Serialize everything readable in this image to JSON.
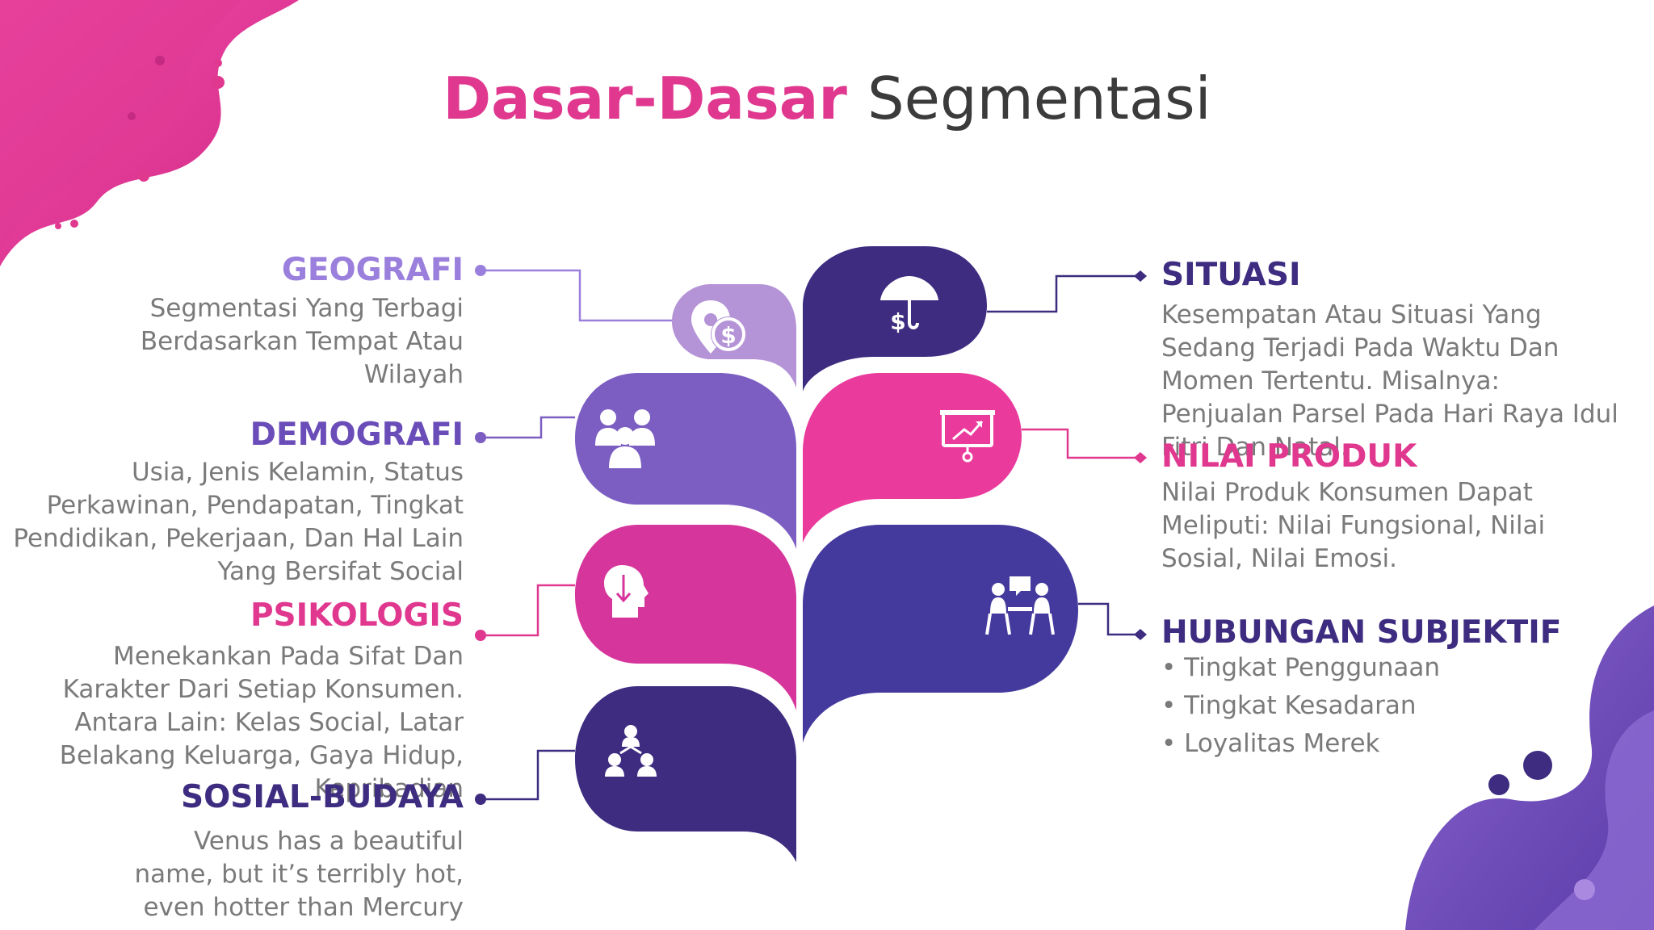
{
  "title": {
    "accent": "Dasar-Dasar",
    "rest": "Segmentasi"
  },
  "colors": {
    "pink": "#e0388f",
    "light_purple": "#9b7fdc",
    "purple": "#7c5ec2",
    "dark_navy": "#3d2c80",
    "indigo": "#443a9e",
    "lavender": "#b493d6",
    "gray_text": "#7a7a7a"
  },
  "segments": {
    "geografi": {
      "title": "GEOGRAFI",
      "body": "Segmentasi Yang Terbagi Berdasarkan Tempat Atau Wilayah",
      "icon": "location-dollar-icon"
    },
    "demografi": {
      "title": "DEMOGRAFI",
      "body": "Usia, Jenis Kelamin, Status Perkawinan, Pendapatan, Tingkat Pendidikan, Pekerjaan, Dan Hal Lain Yang Bersifat Social",
      "icon": "people-group-icon"
    },
    "psikologis": {
      "title": "PSIKOLOGIS",
      "body": "Menekankan Pada Sifat Dan Karakter Dari Setiap Konsumen. Antara Lain: Kelas Social, Latar Belakang Keluarga, Gaya Hidup, Kepribadian",
      "icon": "brain-icon"
    },
    "sosial_budaya": {
      "title": "SOSIAL-BUDAYA",
      "body": "Venus has a beautiful name, but it’s terribly hot, even hotter than Mercury",
      "icon": "hierarchy-people-icon"
    },
    "situasi": {
      "title": "SITUASI",
      "body": "Kesempatan Atau Situasi Yang Sedang Terjadi Pada Waktu Dan Momen Tertentu. Misalnya: Penjualan Parsel Pada Hari Raya Idul Fitri Dan Natal.",
      "icon": "umbrella-dollar-icon"
    },
    "nilai_produk": {
      "title": "NILAI PRODUK",
      "body": "Nilai Produk Konsumen Dapat Meliputi: Nilai Fungsional, Nilai Sosial, Nilai Emosi.",
      "icon": "presentation-chart-icon"
    },
    "hubungan_subjektif": {
      "title": "HUBUNGAN SUBJEKTIF",
      "items": [
        "• Tingkat Penggunaan",
        "• Tingkat Kesadaran",
        "• Loyalitas Merek"
      ],
      "icon": "meeting-icon"
    }
  }
}
